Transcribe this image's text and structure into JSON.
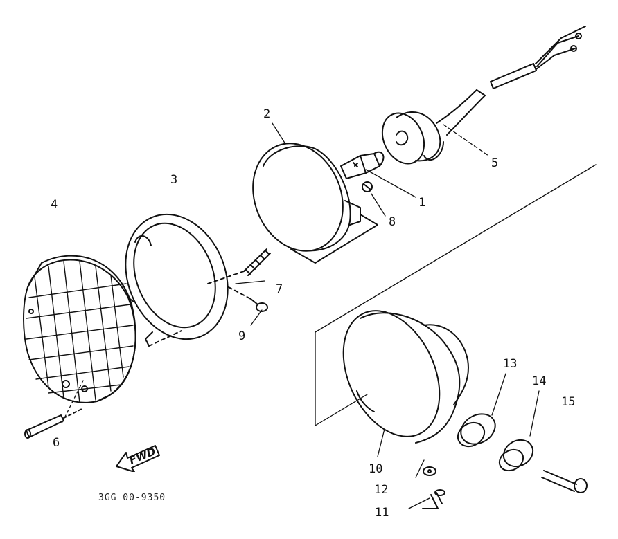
{
  "callouts": [
    {
      "id": "1",
      "text": "1"
    },
    {
      "id": "2",
      "text": "2"
    },
    {
      "id": "3",
      "text": "3"
    },
    {
      "id": "4",
      "text": "4"
    },
    {
      "id": "5",
      "text": "5"
    },
    {
      "id": "6",
      "text": "6"
    },
    {
      "id": "7",
      "text": "7"
    },
    {
      "id": "8",
      "text": "8"
    },
    {
      "id": "9",
      "text": "9"
    },
    {
      "id": "10",
      "text": "10"
    },
    {
      "id": "11",
      "text": "11"
    },
    {
      "id": "12",
      "text": "12"
    },
    {
      "id": "13",
      "text": "13"
    },
    {
      "id": "14",
      "text": "14"
    },
    {
      "id": "15",
      "text": "15"
    }
  ],
  "direction_label": "FWD",
  "drawing_code": "3GG 00-9350"
}
